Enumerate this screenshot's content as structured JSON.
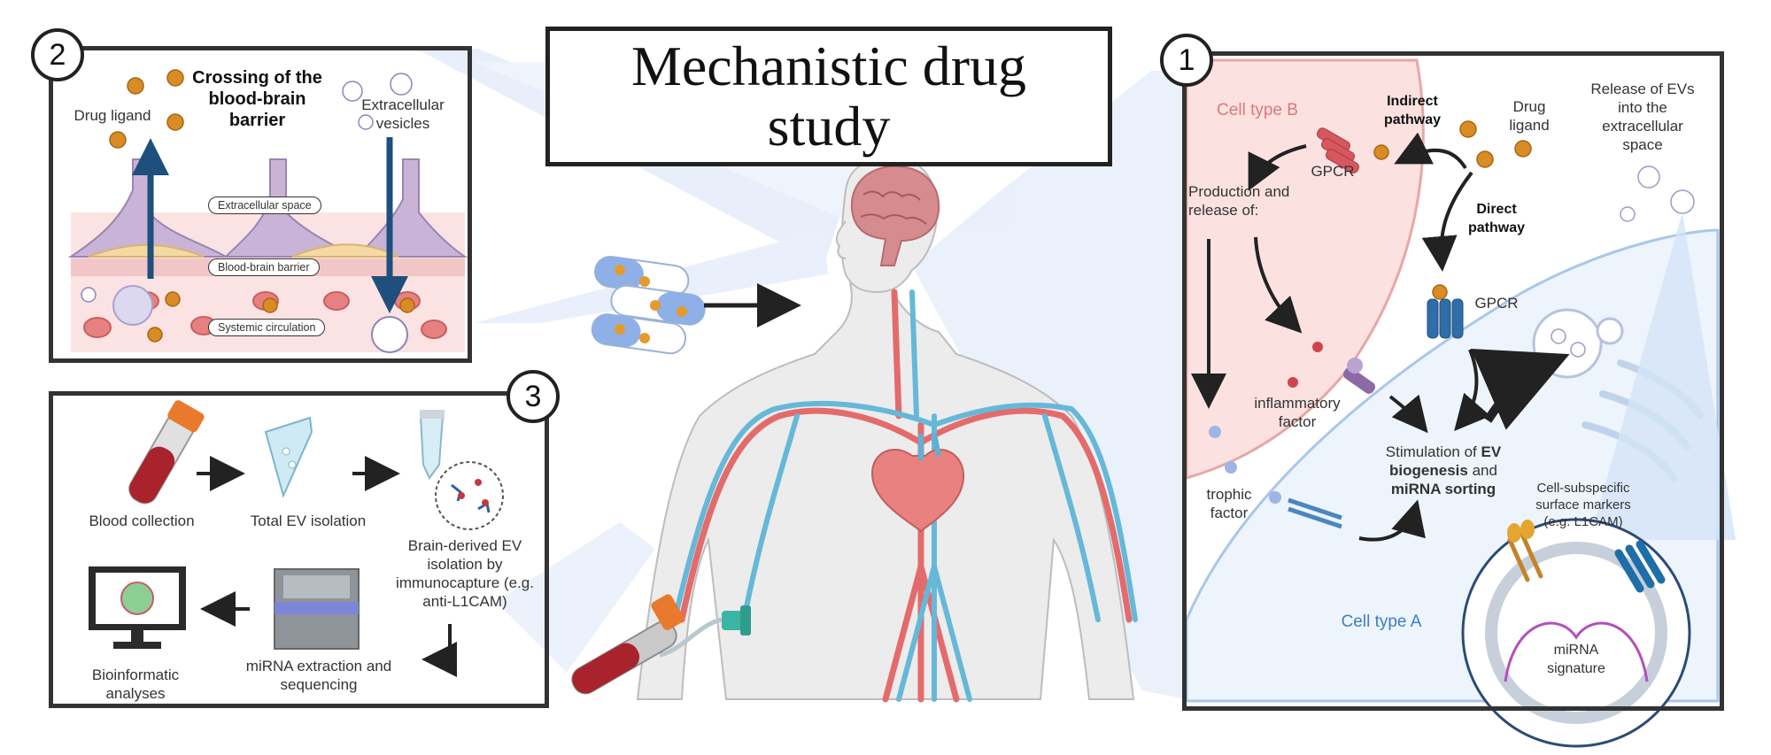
{
  "title": "Mechanistic drug study",
  "panel2": {
    "number": "2",
    "heading": "Crossing of the blood-brain barrier",
    "drug_ligand": "Drug ligand",
    "ev_label": "Extracellular vesicles",
    "pills": [
      "Extracellular space",
      "Blood-brain barrier",
      "Systemic circulation"
    ]
  },
  "panel3": {
    "number": "3",
    "steps": {
      "blood": "Blood collection",
      "total_ev": "Total EV isolation",
      "brain_ev": "Brain-derived EV isolation by immunocapture (e.g. anti-L1CAM)",
      "mirna": "miRNA extraction and sequencing",
      "bioinfo": "Bioinformatic analyses"
    }
  },
  "panel1": {
    "number": "1",
    "cell_type_b": "Cell type B",
    "cell_type_a": "Cell type A",
    "indirect": "Indirect pathway",
    "direct": "Direct pathway",
    "drug_ligand": "Drug ligand",
    "gpcr_top": "GPCR",
    "gpcr_mid": "GPCR",
    "release": "Release of EVs into the extracellular space",
    "production": "Production and release of:",
    "inflammatory": "inflammatory factor",
    "trophic": "trophic factor",
    "stim_pre": "Stimulation of ",
    "stim_ev": "EV biogenesis",
    "stim_and": " and ",
    "stim_mirna": "miRNA sorting",
    "markers": "Cell-subspecific surface markers (e.g. L1CAM)",
    "signature": "miRNA signature"
  }
}
